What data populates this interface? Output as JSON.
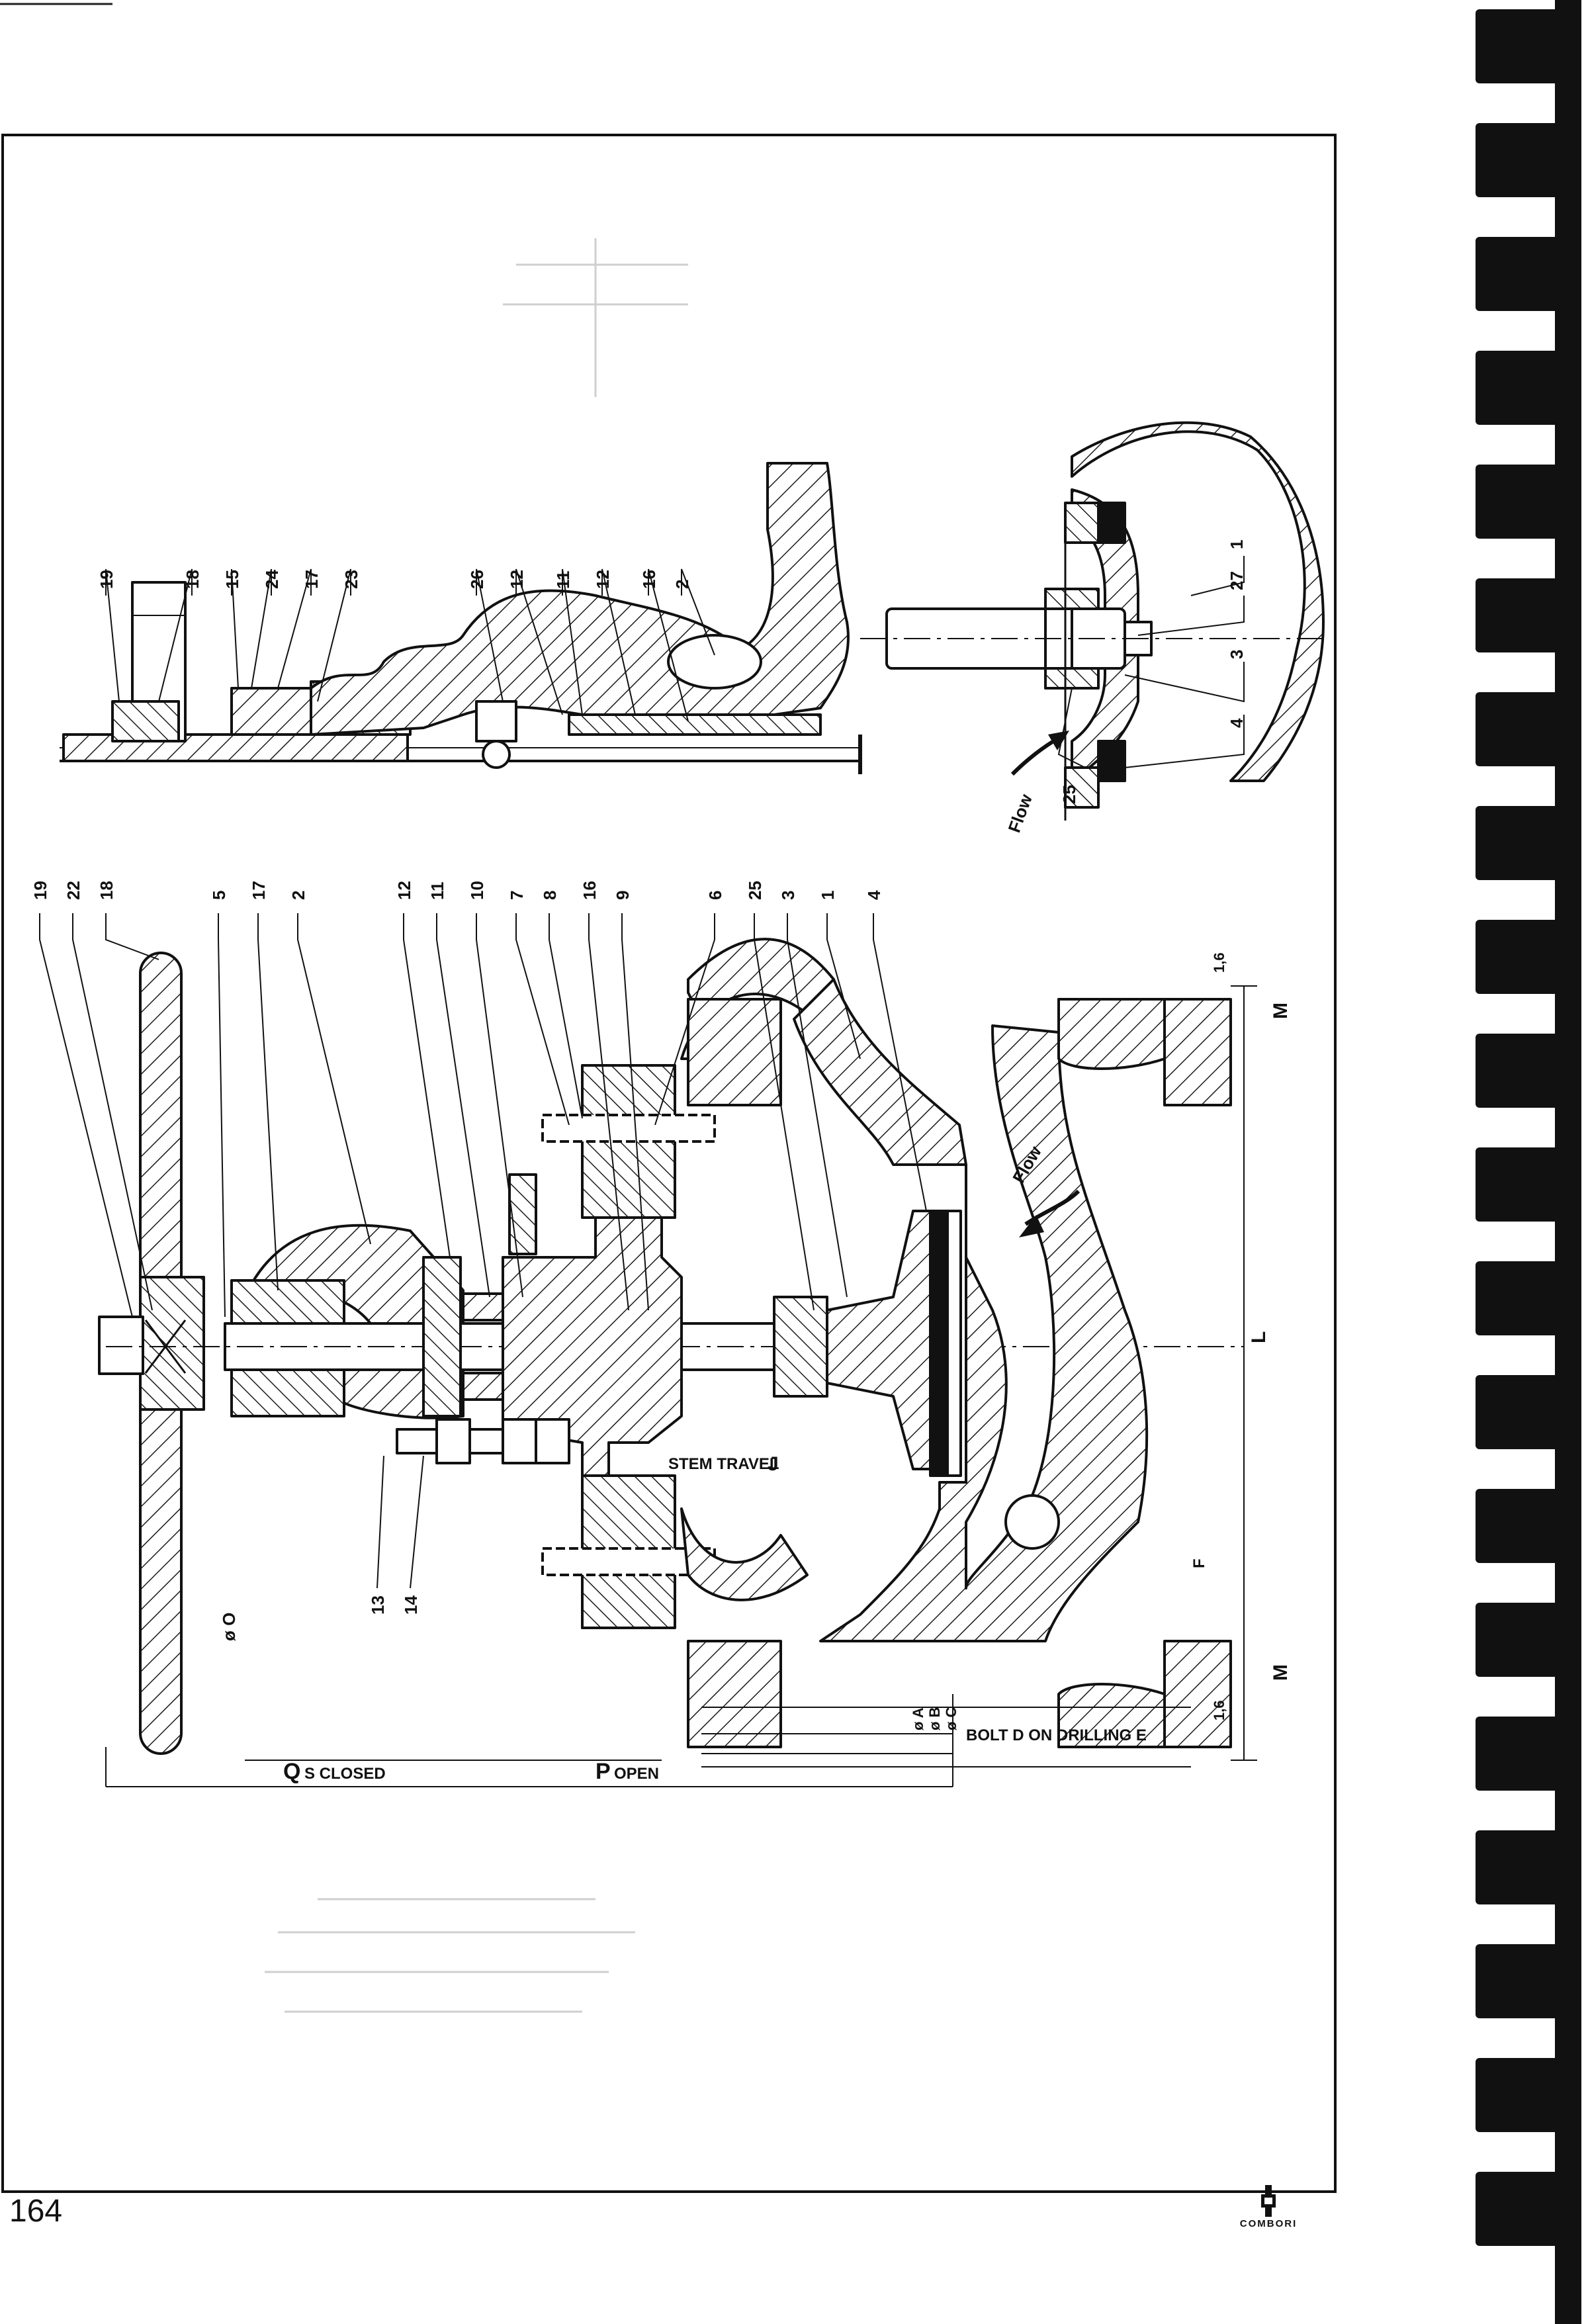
{
  "page": {
    "number": "164",
    "logo_text": "COMBORI"
  },
  "drawing": {
    "main_callouts": [
      "19",
      "22",
      "18",
      "5",
      "17",
      "2",
      "12",
      "11",
      "10",
      "7",
      "8",
      "16",
      "9",
      "6",
      "25",
      "3",
      "1",
      "4"
    ],
    "lower_callouts": [
      "13",
      "14"
    ],
    "detail_callouts": [
      "19",
      "18",
      "15",
      "24",
      "17",
      "23",
      "26",
      "12",
      "11",
      "12",
      "16",
      "2"
    ],
    "seat_callouts": [
      "1",
      "27",
      "3",
      "25",
      "4"
    ],
    "dimensions": {
      "L": "L",
      "M": "M",
      "roughness": "1,6",
      "F": "F",
      "O": "ø O",
      "A": "ø A",
      "B": "ø B",
      "C": "ø C",
      "bolt": "BOLT D ON DRILLING E",
      "stem_travel": "STEM TRAVEL",
      "J": "J",
      "Q": "Q",
      "S": "S CLOSED",
      "P": "P",
      "open": "OPEN"
    },
    "flow": "Flow"
  }
}
